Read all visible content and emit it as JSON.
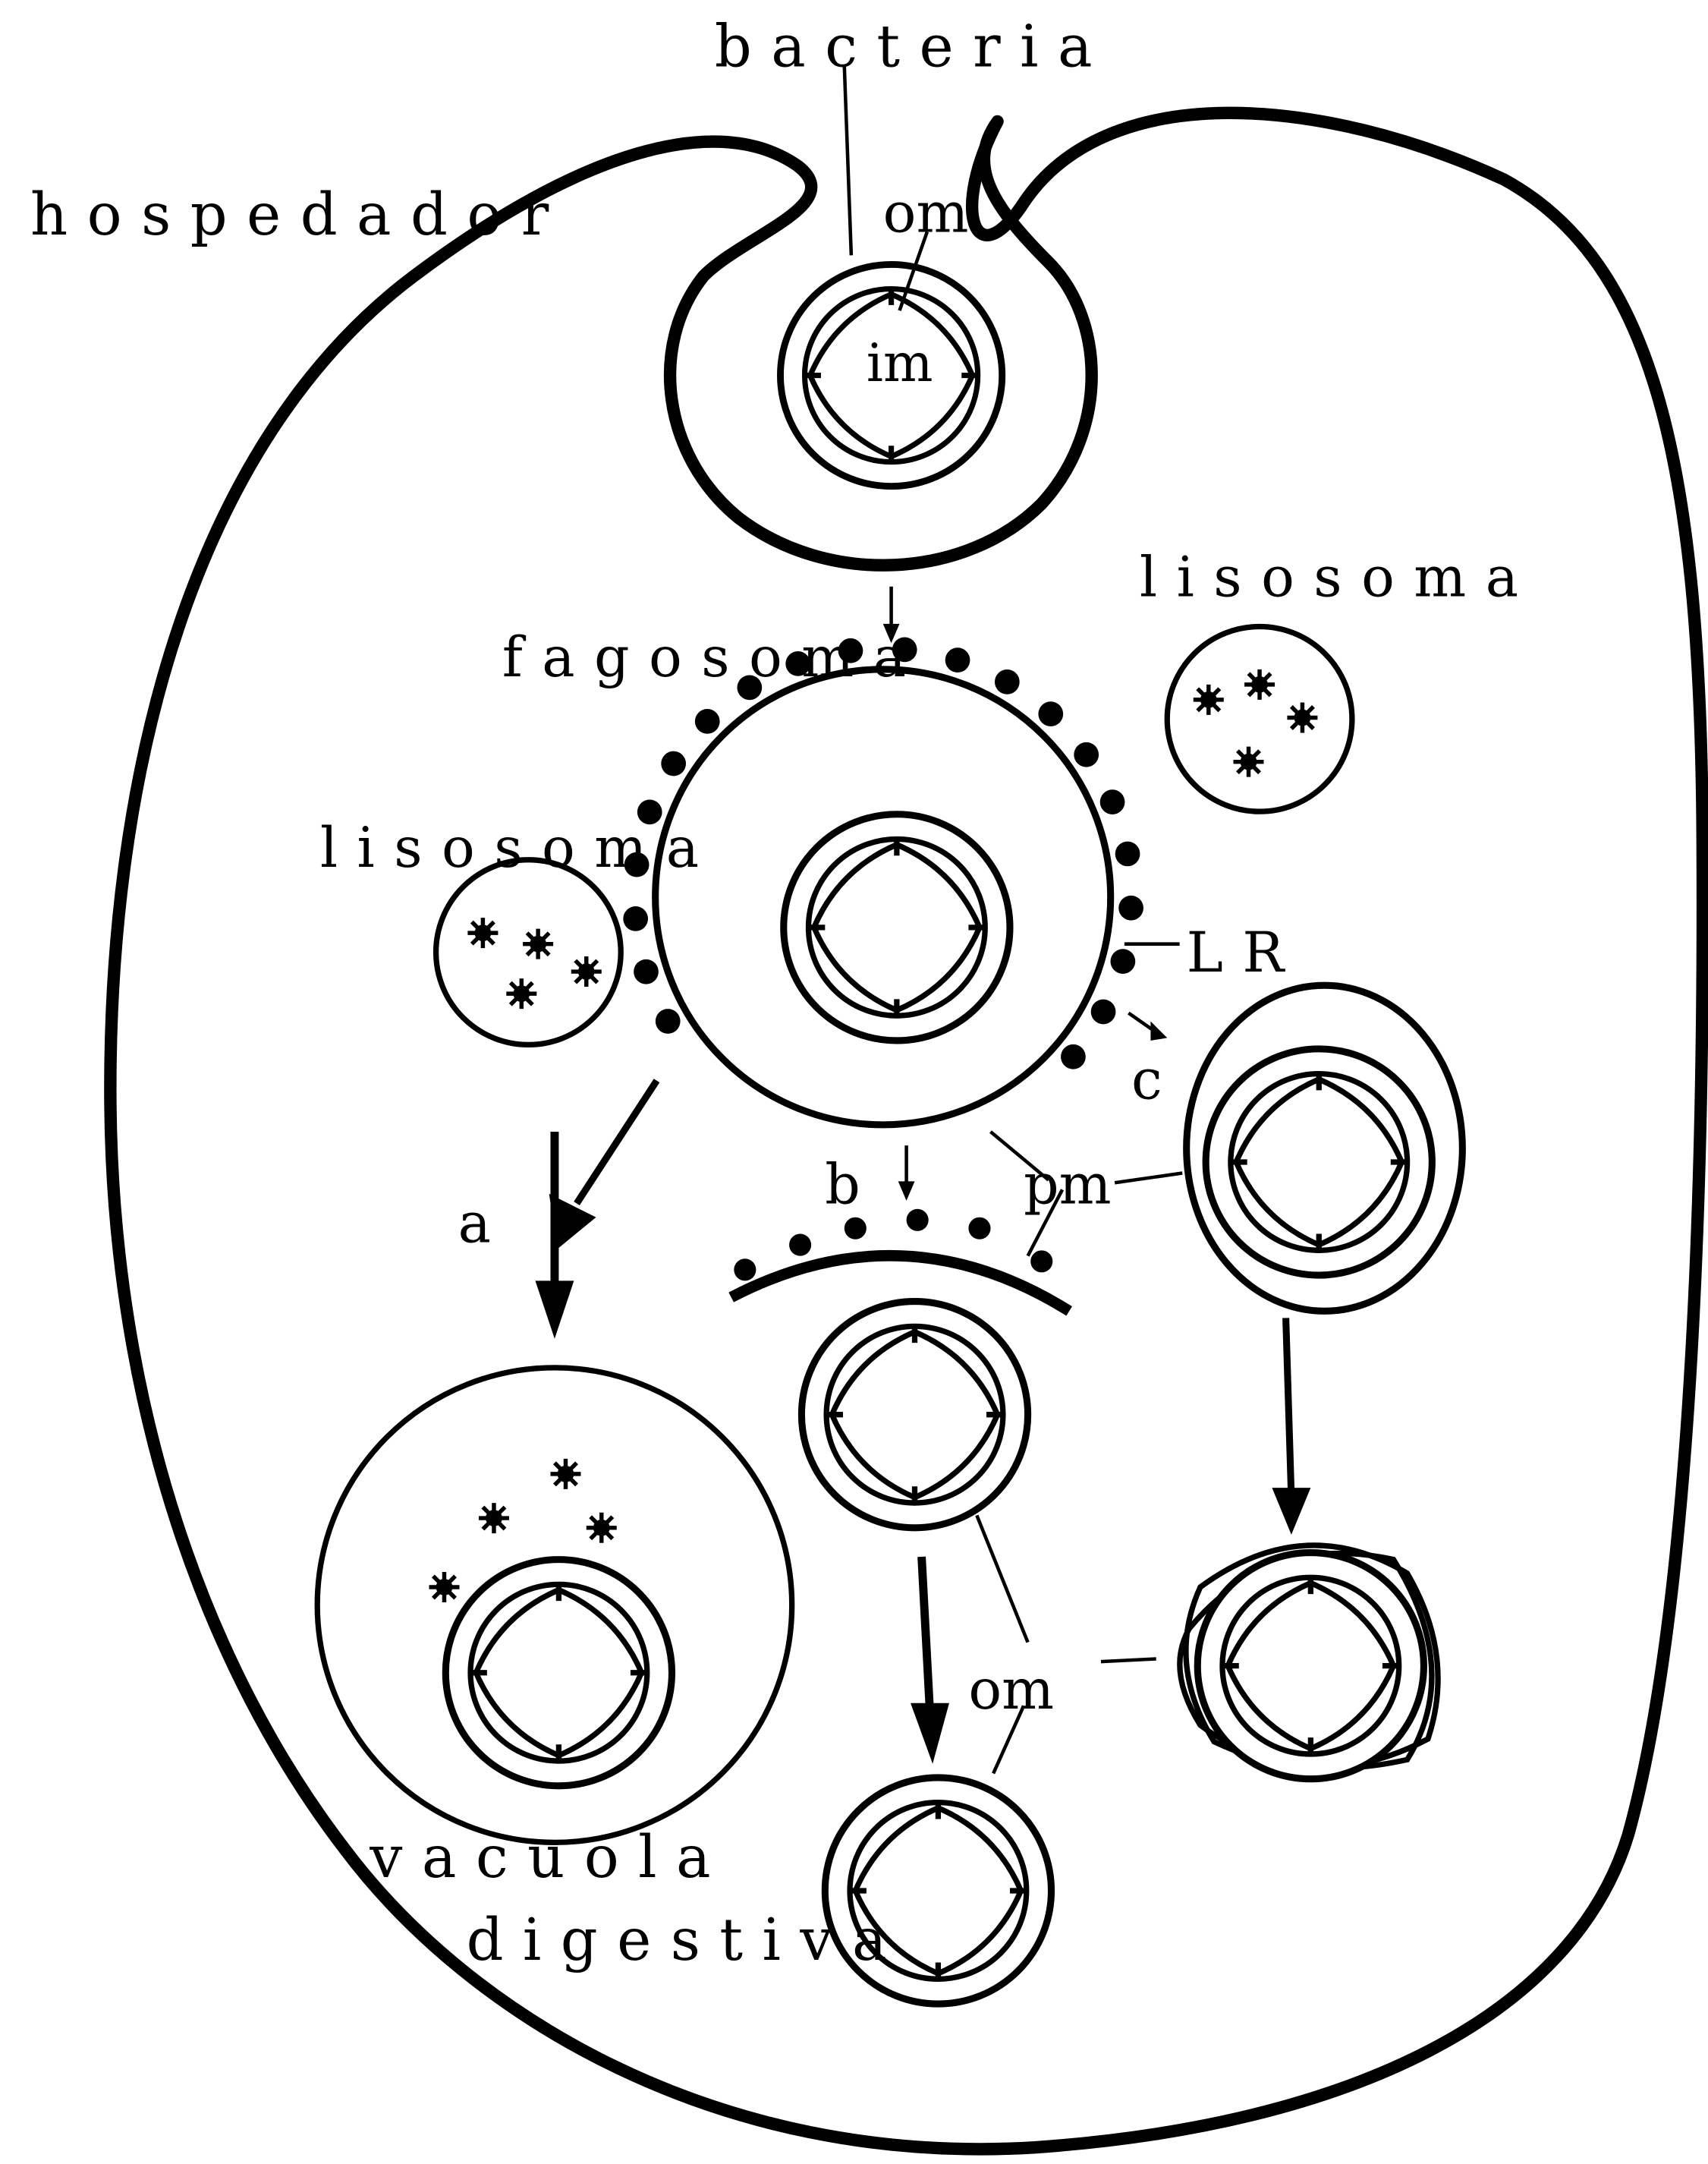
{
  "labels": {
    "bacteria": "bacteria",
    "hospedador": "hospedador",
    "om_top": "om",
    "im_top": "im",
    "lisosoma_right": "lisosoma",
    "fagosoma": "fagosoma",
    "lisosoma_left": "lisosoma",
    "lr": "LR",
    "c": "c",
    "b": "b",
    "pm": "pm",
    "a": "a",
    "om_bottom": "om",
    "vacuola": "vacuola",
    "digestiva": "digestiva"
  },
  "colors": {
    "ink": "#000000",
    "background": "#ffffff"
  }
}
